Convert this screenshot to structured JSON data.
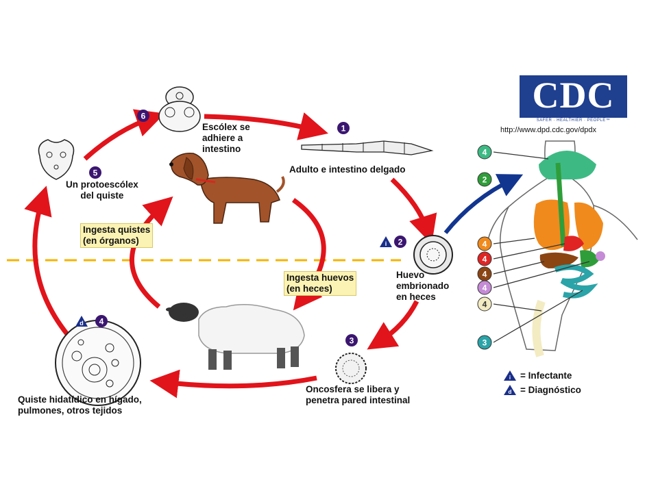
{
  "logo": {
    "text": "CDC",
    "tagline": "SAFER · HEALTHIER · PEOPLE™",
    "url": "http://www.dpd.cdc.gov/dpdx"
  },
  "stages": {
    "s1": {
      "num": "1",
      "label": "Adulto e intestino  delgado"
    },
    "s2": {
      "num": "2",
      "badge": "i",
      "label_l1": "Huevo",
      "label_l2": "embrionado",
      "label_l3": "en heces"
    },
    "s3": {
      "num": "3",
      "label_l1": "Oncosfera se libera y",
      "label_l2": "penetra pared intestinal"
    },
    "s4": {
      "num": "4",
      "badge": "d",
      "label_l1": "Quiste hidatídico en hígado,",
      "label_l2": "pulmones, otros tejidos"
    },
    "s5": {
      "num": "5",
      "label_l1": "Un protoescólex",
      "label_l2": "del quiste"
    },
    "s6": {
      "num": "6",
      "label_l1": "Escólex se",
      "label_l2": "adhiere a",
      "label_l3": "intestino"
    }
  },
  "boxes": {
    "quistes_l1": "Ingesta quistes",
    "quistes_l2": "(en órganos)",
    "huevos_l1": "Ingesta huevos",
    "huevos_l2": "(en heces)"
  },
  "body_markers": [
    {
      "num": "4",
      "color": "#3dba84"
    },
    {
      "num": "2",
      "color": "#2f9e3a"
    },
    {
      "num": "4",
      "color": "#f08a1c"
    },
    {
      "num": "4",
      "color": "#e02424"
    },
    {
      "num": "4",
      "color": "#8b4513"
    },
    {
      "num": "4",
      "color": "#c58bd6"
    },
    {
      "num": "4",
      "color": "#f3ebc2"
    },
    {
      "num": "3",
      "color": "#2aa4a8"
    }
  ],
  "legend": {
    "infective_badge": "i",
    "infective_text": "= Infectante",
    "diagnostic_badge": "d",
    "diagnostic_text": "= Diagnóstico"
  },
  "colors": {
    "arrow_red": "#e1141b",
    "arrow_blue": "#12358f",
    "stage_circle": "#3b1670",
    "badge_blue": "#1a2f8a",
    "dashed_line": "#f5b400"
  }
}
